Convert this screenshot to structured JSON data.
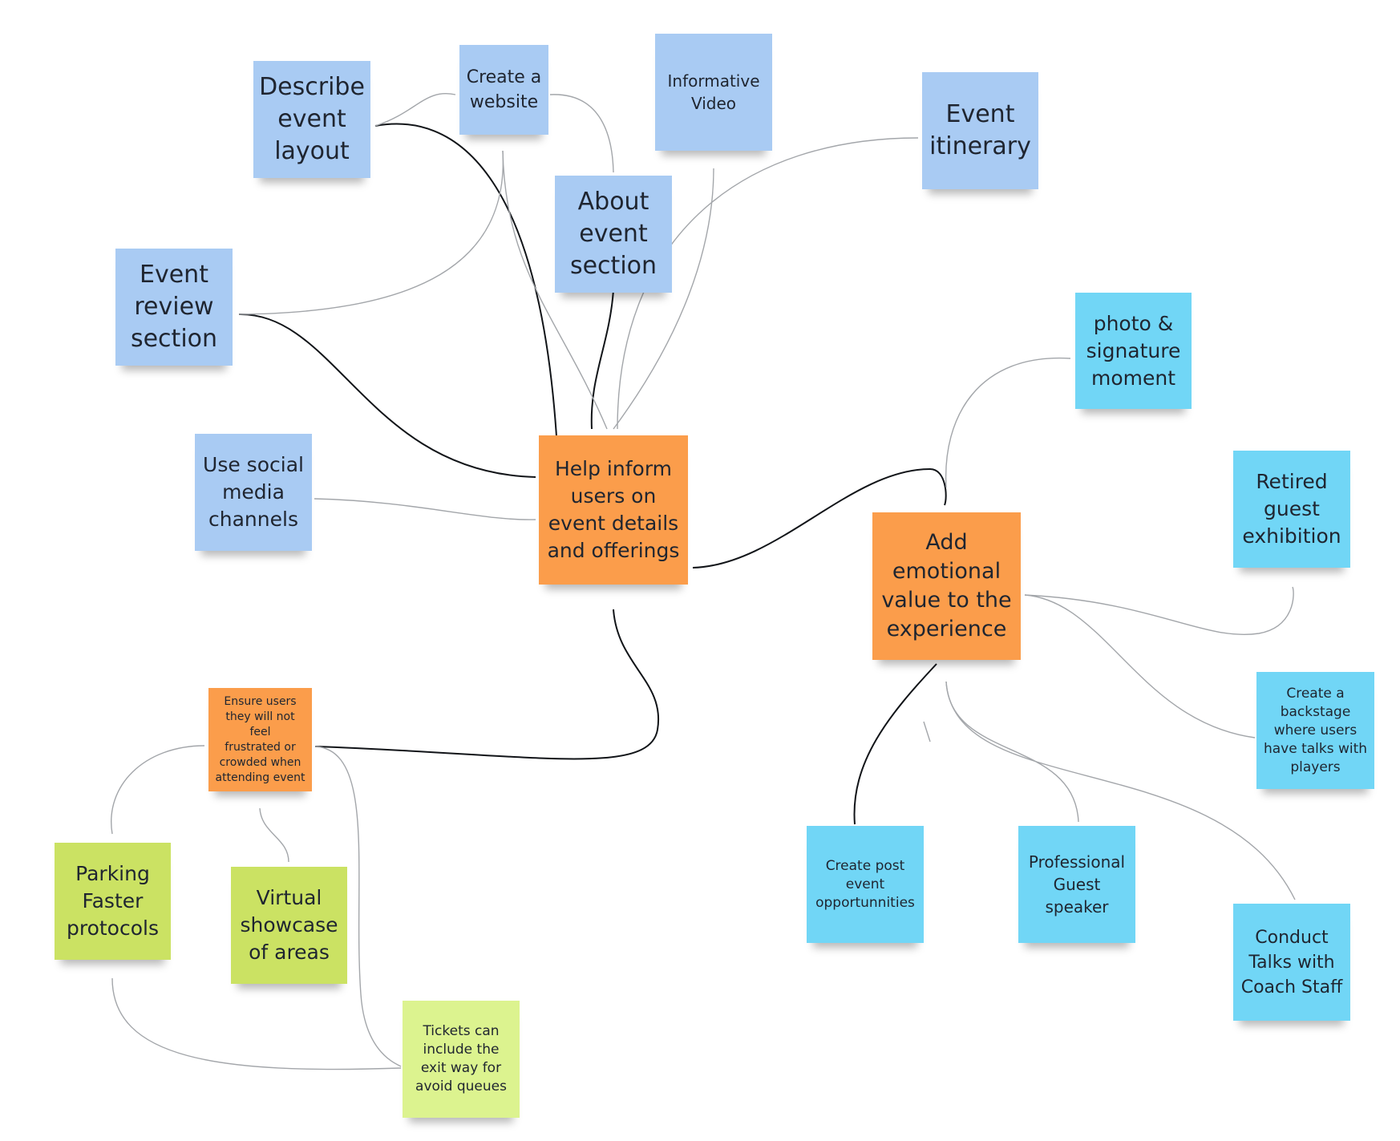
{
  "notes": {
    "describe_layout": "Describe\nevent\nlayout",
    "create_website": "Create a\nwebsite",
    "informative_video": "Informative\nVideo",
    "event_itinerary": "Event\nitinerary",
    "event_review": "Event\nreview\nsection",
    "about_event": "About\nevent\nsection",
    "social_media": "Use social\nmedia\nchannels",
    "help_inform": "Help inform\nusers on\nevent details\nand offerings",
    "photo_signature": "photo  &\nsignature\nmoment",
    "retired_guest": "Retired\nguest\nexhibition",
    "add_emotional": "Add\nemotional\nvalue to the\nexperience",
    "backstage": "Create a\nbackstage\nwhere users\nhave talks with\nplayers",
    "ensure_users": "Ensure users\nthey will not feel\nfrustrated or\ncrowded when\nattending event",
    "parking": "Parking\nFaster\nprotocols",
    "virtual_showcase": "Virtual\nshowcase\nof areas",
    "tickets": "Tickets can\ninclude the\nexit way for\navoid queues",
    "post_event": "Create post\nevent\nopportunnities",
    "professional_guest": "Professional\nGuest\nspeaker",
    "coach_talks": "Conduct\nTalks   with\nCoach Staff"
  },
  "colors": {
    "blue_note": "#a9cbf3",
    "orange_note": "#fb9d4b",
    "cyan_note": "#71d6f6",
    "lime_note": "#cbe263",
    "light_lime_note": "#dcf38f",
    "dark_connector": "#111418",
    "light_connector": "#a3a6aa"
  }
}
